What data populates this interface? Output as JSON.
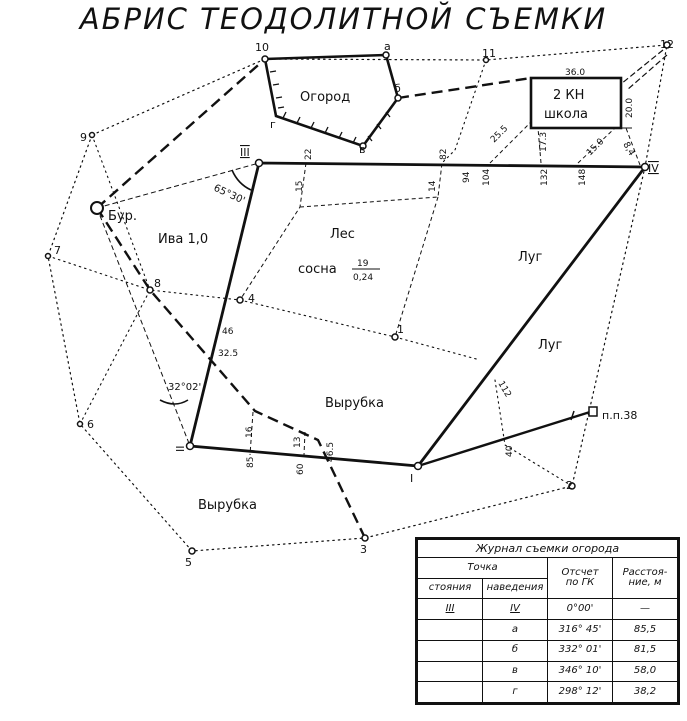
{
  "title": "АБРИС ТЕОДОЛИТНОЙ СЪЕМКИ",
  "areas": {
    "garden": "Огород",
    "iva": "Ива 1,0",
    "forest": "Лес",
    "pine": "сосна",
    "pine_num": "19",
    "pine_den": "0,24",
    "meadow1": "Луг",
    "meadow2": "Луг",
    "clearing1": "Вырубка",
    "clearing2": "Вырубка"
  },
  "school": {
    "line1": "2 КН",
    "line2": "школа",
    "top": "36.0",
    "side": "20.0"
  },
  "stations": {
    "I": "I",
    "II": "II",
    "III": "III",
    "IV": "IV"
  },
  "points": {
    "p1": "1",
    "p2": "2",
    "p3": "3",
    "p4": "4",
    "p5": "5",
    "p6": "6",
    "p7": "7",
    "p8": "8",
    "p9": "9",
    "p10": "10",
    "p11": "11",
    "p12": "12",
    "bur": "Бур.",
    "pp": "п.п.38",
    "a": "а",
    "b6": "б",
    "v": "в",
    "g": "г"
  },
  "measures": {
    "m22": "22",
    "m82": "82",
    "m94": "94",
    "m104": "104",
    "m132": "132",
    "m148": "148",
    "m15a": "15",
    "m14": "14",
    "m46": "46",
    "m325": "32.5",
    "m16": "16",
    "m85": "85",
    "m13": "13",
    "m60": "60",
    "m465": "46.5",
    "m112": "112",
    "m40": "40",
    "m255": "25.5",
    "m173": "17.3",
    "m150": "15.0",
    "m84": "8,4"
  },
  "angles": {
    "a1": "65°30'",
    "a2": "32°02'"
  },
  "journal": {
    "caption": "Журнал съемки огорода",
    "h_point": "Точка",
    "h_station": "стояния",
    "h_target": "наведения",
    "h_reading_1": "Отсчет",
    "h_reading_2": "по ГК",
    "h_dist_1": "Расстоя-",
    "h_dist_2": "ние, м",
    "rows": [
      {
        "station": "III",
        "target": "IV",
        "reading": "0°00'",
        "dist": "—"
      },
      {
        "station": "",
        "target": "а",
        "reading": "316° 45'",
        "dist": "85,5"
      },
      {
        "station": "",
        "target": "б",
        "reading": "332° 01'",
        "dist": "81,5"
      },
      {
        "station": "",
        "target": "в",
        "reading": "346° 10'",
        "dist": "58,0"
      },
      {
        "station": "",
        "target": "г",
        "reading": "298° 12'",
        "dist": "38,2"
      }
    ]
  }
}
